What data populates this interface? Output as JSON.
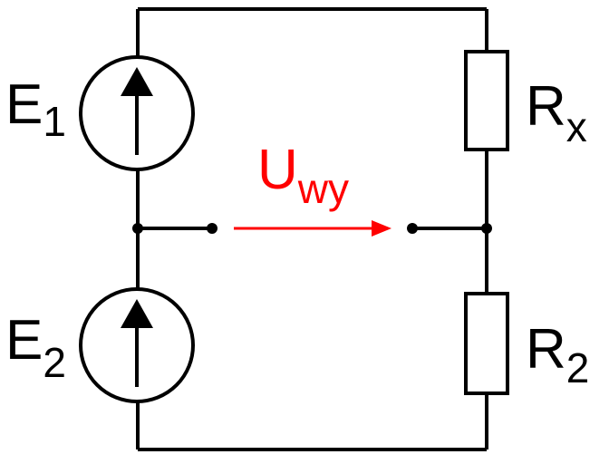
{
  "sources": [
    {
      "id": "E1",
      "label": "E",
      "subscript": "1"
    },
    {
      "id": "E2",
      "label": "E",
      "subscript": "2"
    }
  ],
  "resistors": [
    {
      "id": "Rx",
      "label": "R",
      "subscript": "x"
    },
    {
      "id": "R2",
      "label": "R",
      "subscript": "2"
    }
  ],
  "output_voltage": {
    "label": "U",
    "subscript": "wy",
    "color": "#ff0000"
  },
  "colors": {
    "wire": "#000000",
    "background": "#ffffff"
  }
}
